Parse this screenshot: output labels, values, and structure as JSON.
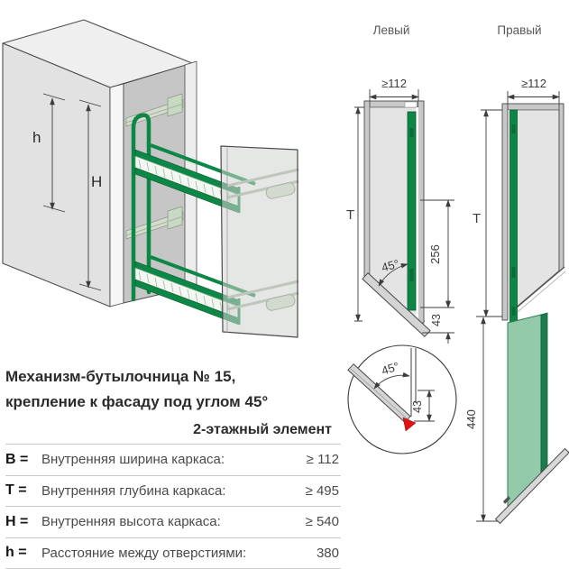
{
  "labels": {
    "left_view": "Левый",
    "right_view": "Правый",
    "width_left": "≥112",
    "width_right": "≥112",
    "t_left": "T",
    "t_right": "T",
    "dim256": "256",
    "dim43_view": "43",
    "angle_view": "45°",
    "angle_detail": "45°",
    "dim43_detail": "43",
    "dim440": "440",
    "iso_h": "h",
    "iso_H": "H"
  },
  "info": {
    "title_line1": "Механизм-бутылочница № 15,",
    "title_line2": "крепление к фасаду под углом 45°",
    "subtitle": "2-этажный элемент",
    "rows": [
      {
        "key": "B =",
        "desc": "Внутренняя ширина каркаса:",
        "value": "≥ 112"
      },
      {
        "key": "T =",
        "desc": "Внутренняя глубина каркаса:",
        "value": "≥ 495"
      },
      {
        "key": "H =",
        "desc": "Внутренняя высота каркаса:",
        "value": "≥ 540"
      },
      {
        "key": "h =",
        "desc": "Расстояние между отверстиями:",
        "value": "380"
      }
    ]
  },
  "colors": {
    "green": "#0c8746",
    "green_dark": "#07582d",
    "panel_green": "#93cbaa",
    "panel_edge": "#1d7b4d",
    "red": "#e01313",
    "outline": "#4d4d4d"
  }
}
